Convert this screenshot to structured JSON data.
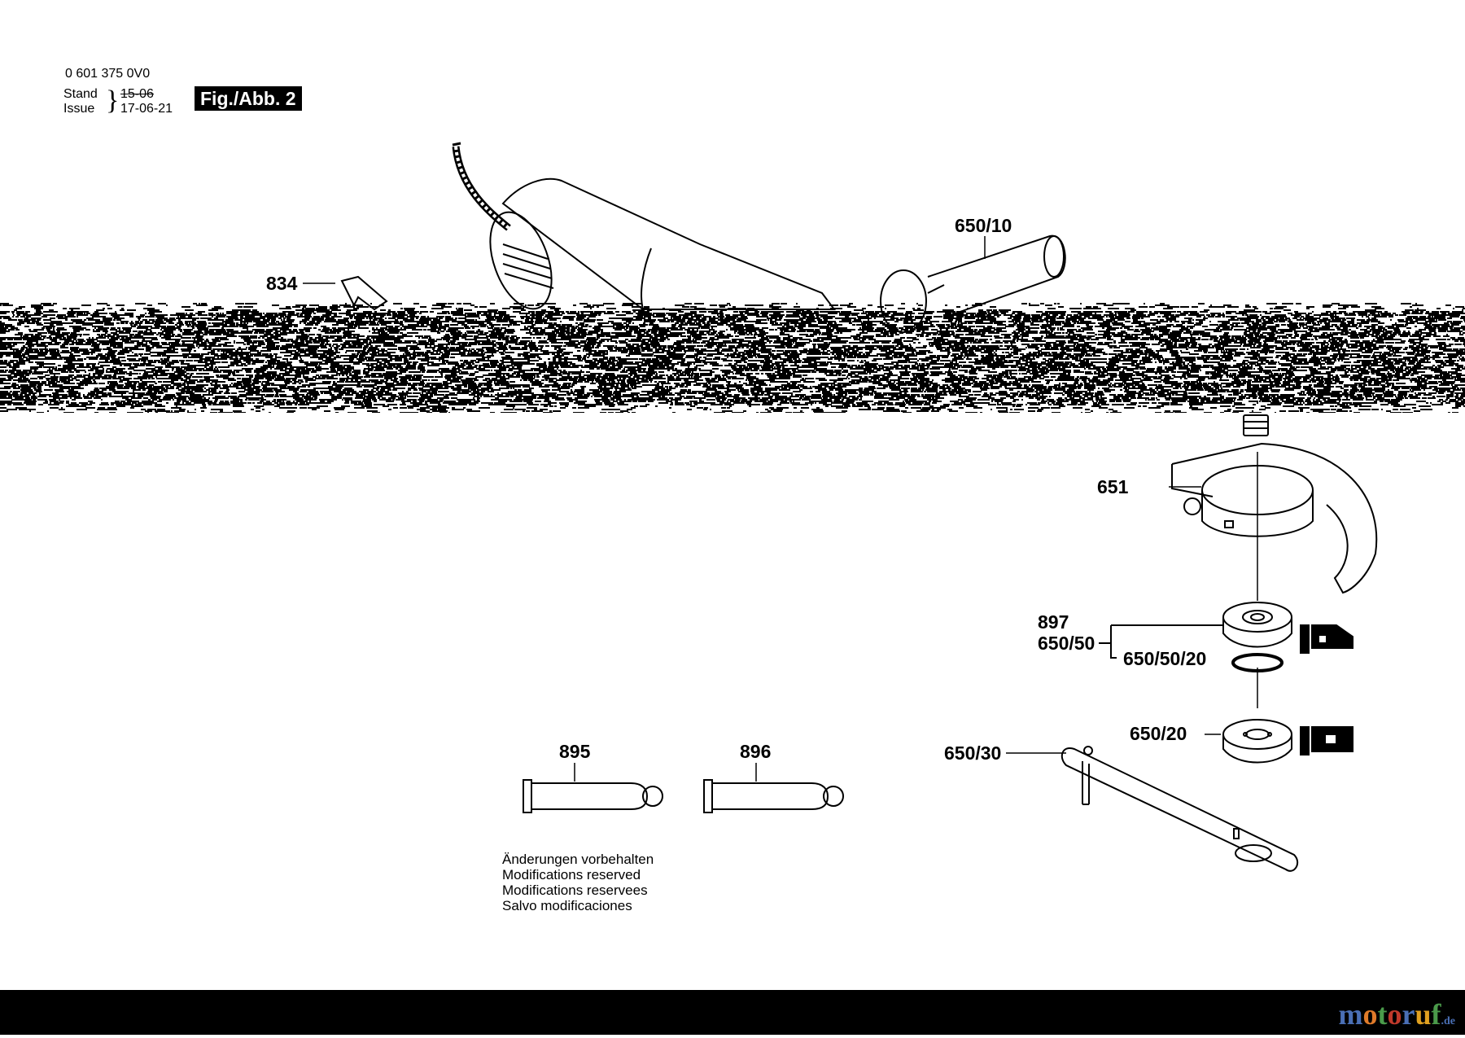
{
  "header": {
    "doc_number": "0 601 375 0V0",
    "stand_label": "Stand",
    "issue_label": "Issue",
    "stand_date": "15-06",
    "issue_date": "17-06-21",
    "figure_label": "Fig./Abb. 2"
  },
  "parts": {
    "p834": "834",
    "p650_10": "650/10",
    "p651": "651",
    "p897": "897",
    "p650_50": "650/50",
    "p650_50_20": "650/50/20",
    "p650_20": "650/20",
    "p650_30": "650/30",
    "p895": "895",
    "p896": "896"
  },
  "notes": [
    "Änderungen vorbehalten",
    "Modifications reserved",
    "Modifications reservees",
    "Salvo modificaciones"
  ],
  "logo": {
    "letters": [
      "m",
      "o",
      "t",
      "o",
      "r",
      "u",
      "f"
    ],
    "letter_colors": [
      "#4a6fb5",
      "#e07b2a",
      "#4a9a4a",
      "#c0392b",
      "#4a6fb5",
      "#e0a020",
      "#4a9a4a"
    ],
    "suffix": ".de"
  }
}
